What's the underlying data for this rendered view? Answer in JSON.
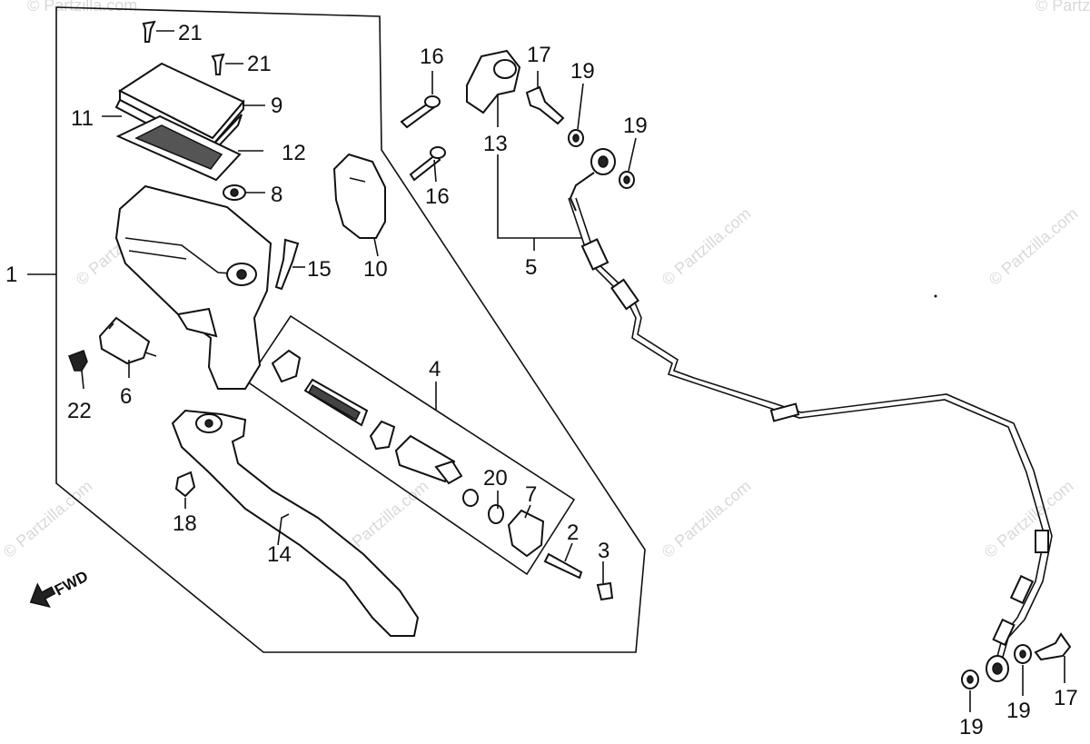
{
  "watermark": "© Partzilla.com",
  "direction_label": "FWD",
  "part_labels": {
    "p1": "1",
    "p2": "2",
    "p3": "3",
    "p4": "4",
    "p5": "5",
    "p6": "6",
    "p7": "7",
    "p8": "8",
    "p9": "9",
    "p10": "10",
    "p11": "11",
    "p12": "12",
    "p13": "13",
    "p14": "14",
    "p15": "15",
    "p16": "16",
    "p17": "17",
    "p18": "18",
    "p19": "19",
    "p20": "20",
    "p21": "21",
    "p22": "22"
  }
}
